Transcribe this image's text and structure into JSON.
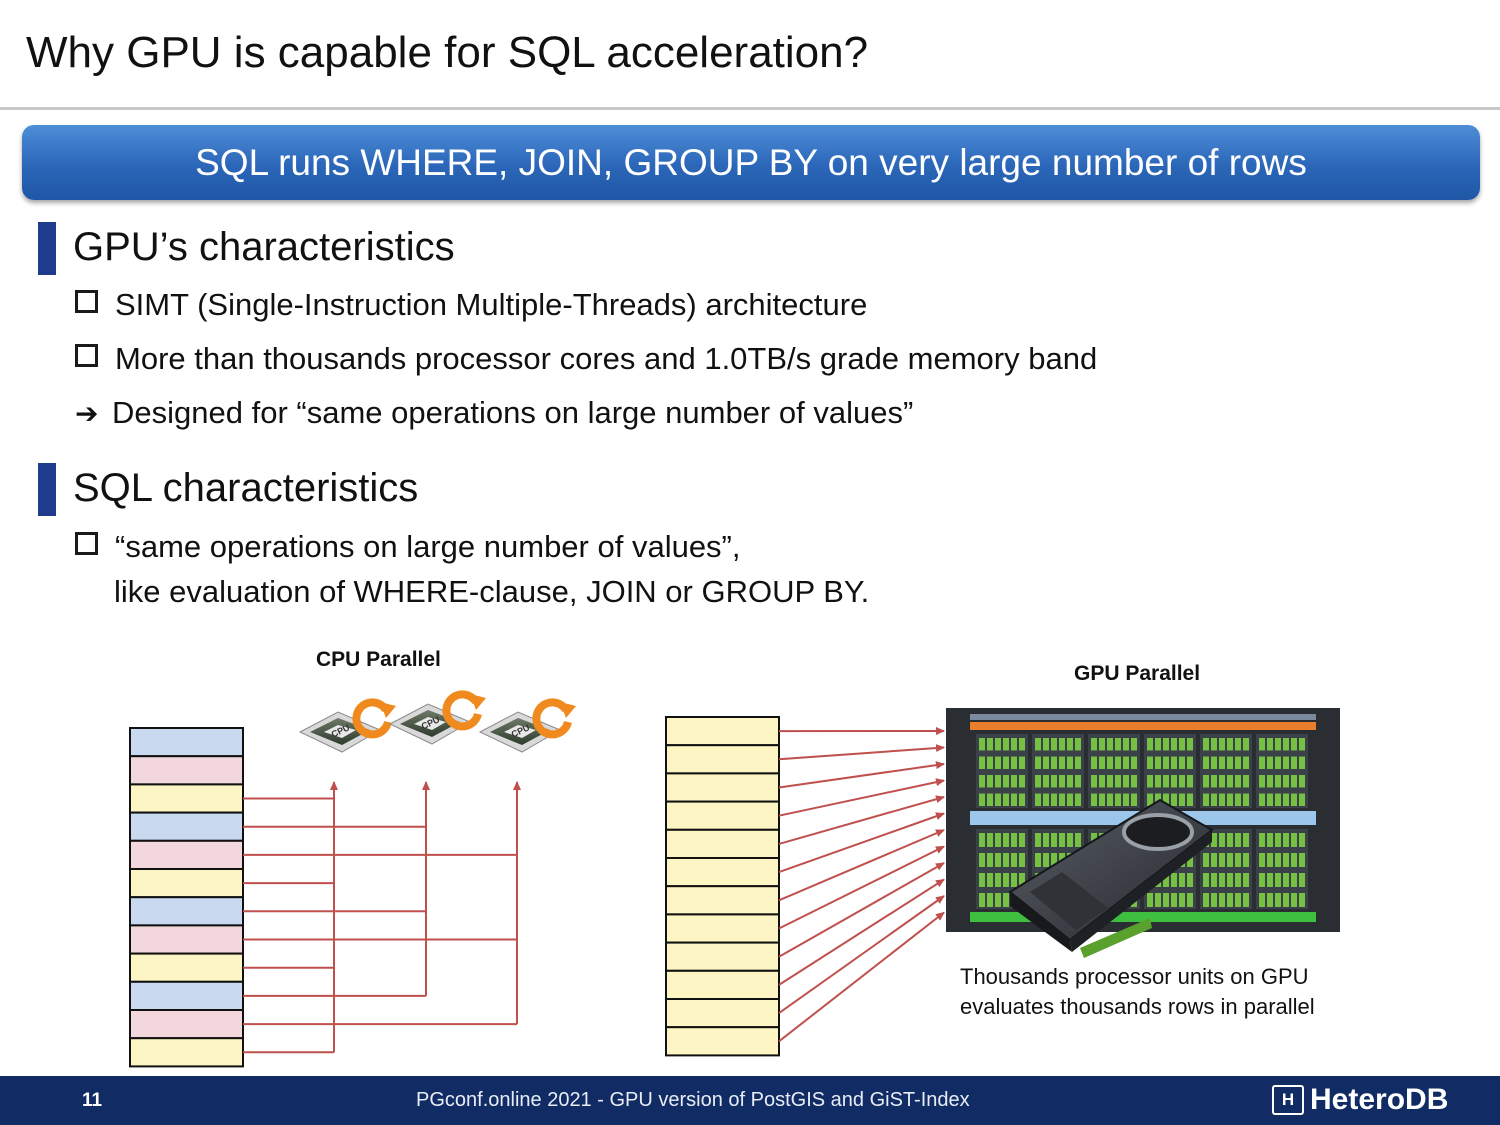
{
  "slide": {
    "title": "Why GPU is capable for SQL acceleration?",
    "banner": "SQL runs WHERE, JOIN, GROUP BY on very large number of rows"
  },
  "sections": [
    {
      "heading": "GPU’s characteristics",
      "bullets": [
        {
          "type": "square",
          "text": "SIMT (Single-Instruction Multiple-Threads) architecture"
        },
        {
          "type": "square",
          "text": "More than thousands processor cores and 1.0TB/s grade memory band"
        },
        {
          "type": "arrow",
          "text": "Designed for “same operations on large number of values”"
        }
      ]
    },
    {
      "heading": "SQL characteristics",
      "bullets": [
        {
          "type": "square",
          "text": "“same operations on large number of values”,",
          "continuation": "like evaluation of WHERE-clause, JOIN or GROUP BY."
        }
      ]
    }
  ],
  "diagram": {
    "cpu_label": "CPU Parallel",
    "gpu_label": "GPU Parallel",
    "cpu_chip_text": "CPU",
    "gpu_caption_line1": "Thousands processor units on GPU",
    "gpu_caption_line2": "evaluates thousands rows in parallel",
    "cpu_rows": 12,
    "gpu_rows": 12,
    "cpu_row_colors": [
      "#c9d9f0",
      "#f2d8dc",
      "#fdf5c4"
    ],
    "gpu_row_color": "#fdf5c4",
    "arrow_color": "#c0504d"
  },
  "footer": {
    "page_number": "11",
    "text": "PGconf.online 2021 - GPU version of PostGIS and GiST-Index",
    "logo": "HeteroDB",
    "logo_mark": "H"
  },
  "colors": {
    "banner": "#2b66b8",
    "section_bar": "#1f3b8c",
    "footer": "#112c64"
  }
}
